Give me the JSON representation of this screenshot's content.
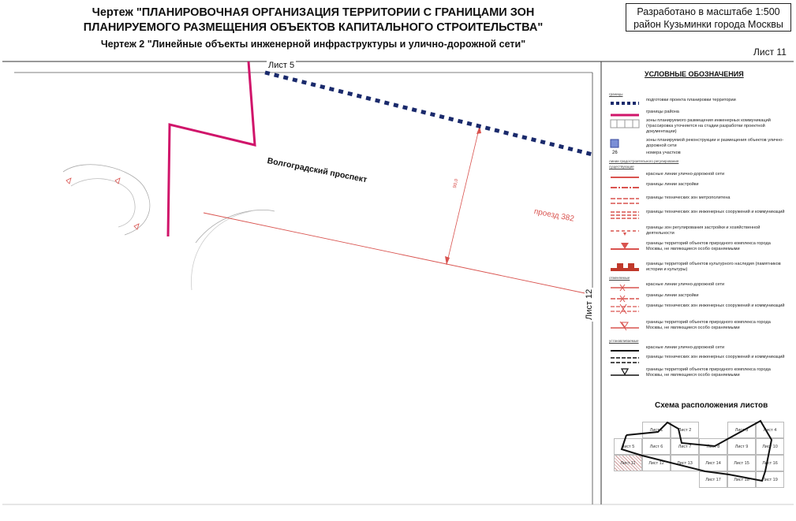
{
  "header": {
    "title_line1": "Чертеж \"ПЛАНИРОВОЧНАЯ ОРГАНИЗАЦИЯ ТЕРРИТОРИИ С ГРАНИЦАМИ ЗОН",
    "title_line2": "ПЛАНИРУЕМОГО РАЗМЕЩЕНИЯ ОБЪЕКТОВ КАПИТАЛЬНОГО СТРОИТЕЛЬСТВА\"",
    "title_line3": "Чертеж 2 \"Линейные объекты инженерной инфраструктуры и улично-дорожной сети\"",
    "scale_line1": "Разработано в масштабе 1:500",
    "scale_line2": "район Кузьминки города Москвы",
    "sheet_number": "Лист 11"
  },
  "map": {
    "label_sheet5": "Лист 5",
    "label_sheet12": "Лист 12",
    "street_name": "Волгоградский проспект",
    "passage_name": "проезд 382",
    "dimension": "90,0",
    "colors": {
      "district_boundary": "#d0146a",
      "red_line": "#d9534f",
      "planning_boundary": "#1a2a6c"
    }
  },
  "legend": {
    "title": "УСЛОВНЫЕ ОБОЗНАЧЕНИЯ",
    "heads": [
      "границы",
      "линии градостроительного регулирования",
      "существующие",
      "отменяемые",
      "устанавливаемые"
    ],
    "items": [
      {
        "text": "подготовки проекта планировки территории"
      },
      {
        "text": "границы района"
      },
      {
        "text": "зоны планируемого размещения инженерных коммуникаций (трассировка уточняется на стадии разработки проектной документации)"
      },
      {
        "text": "зоны планируемой реконструкции и размещения объектов улично-дорожной сети"
      },
      {
        "text": "номера участков",
        "symbol_label": "26"
      },
      {
        "text": "красные линии улично-дорожной сети"
      },
      {
        "text": "границы линии застройки"
      },
      {
        "text": "границы технических зон метрополитена"
      },
      {
        "text": "границы технических зон инженерных сооружений и коммуникаций"
      },
      {
        "text": "границы зон регулирования застройки и хозяйственной деятельности"
      },
      {
        "text": "границы территорий объектов природного комплекса города Москвы, не являющиеся особо охраняемыми"
      },
      {
        "text": "границы территорий объектов культурного наследия (памятников истории и культуры)"
      },
      {
        "text": "красные линии улично-дорожной сети"
      },
      {
        "text": "границы линии застройки"
      },
      {
        "text": "границы технических зон инженерных сооружений и коммуникаций"
      },
      {
        "text": "границы территорий объектов природного комплекса города Москвы, не являющиеся особо охраняемыми"
      },
      {
        "text": "красные линии улично-дорожной сети"
      },
      {
        "text": "границы технических зон инженерных сооружений и коммуникаций"
      },
      {
        "text": "границы территорий объектов природного комплекса города Москвы, не являющиеся особо охраняемыми"
      }
    ]
  },
  "scheme": {
    "title": "Схема расположения листов",
    "cells": [
      "Лист 1",
      "Лист 2",
      "Лист 3",
      "Лист 4",
      "Лист 5",
      "Лист 6",
      "Лист 7",
      "Лист 8",
      "Лист 9",
      "Лист 10",
      "Лист 11",
      "Лист 12",
      "Лист 13",
      "Лист 14",
      "Лист 15",
      "Лист 16",
      "Лист 17",
      "Лист 18",
      "Лист 19"
    ]
  }
}
